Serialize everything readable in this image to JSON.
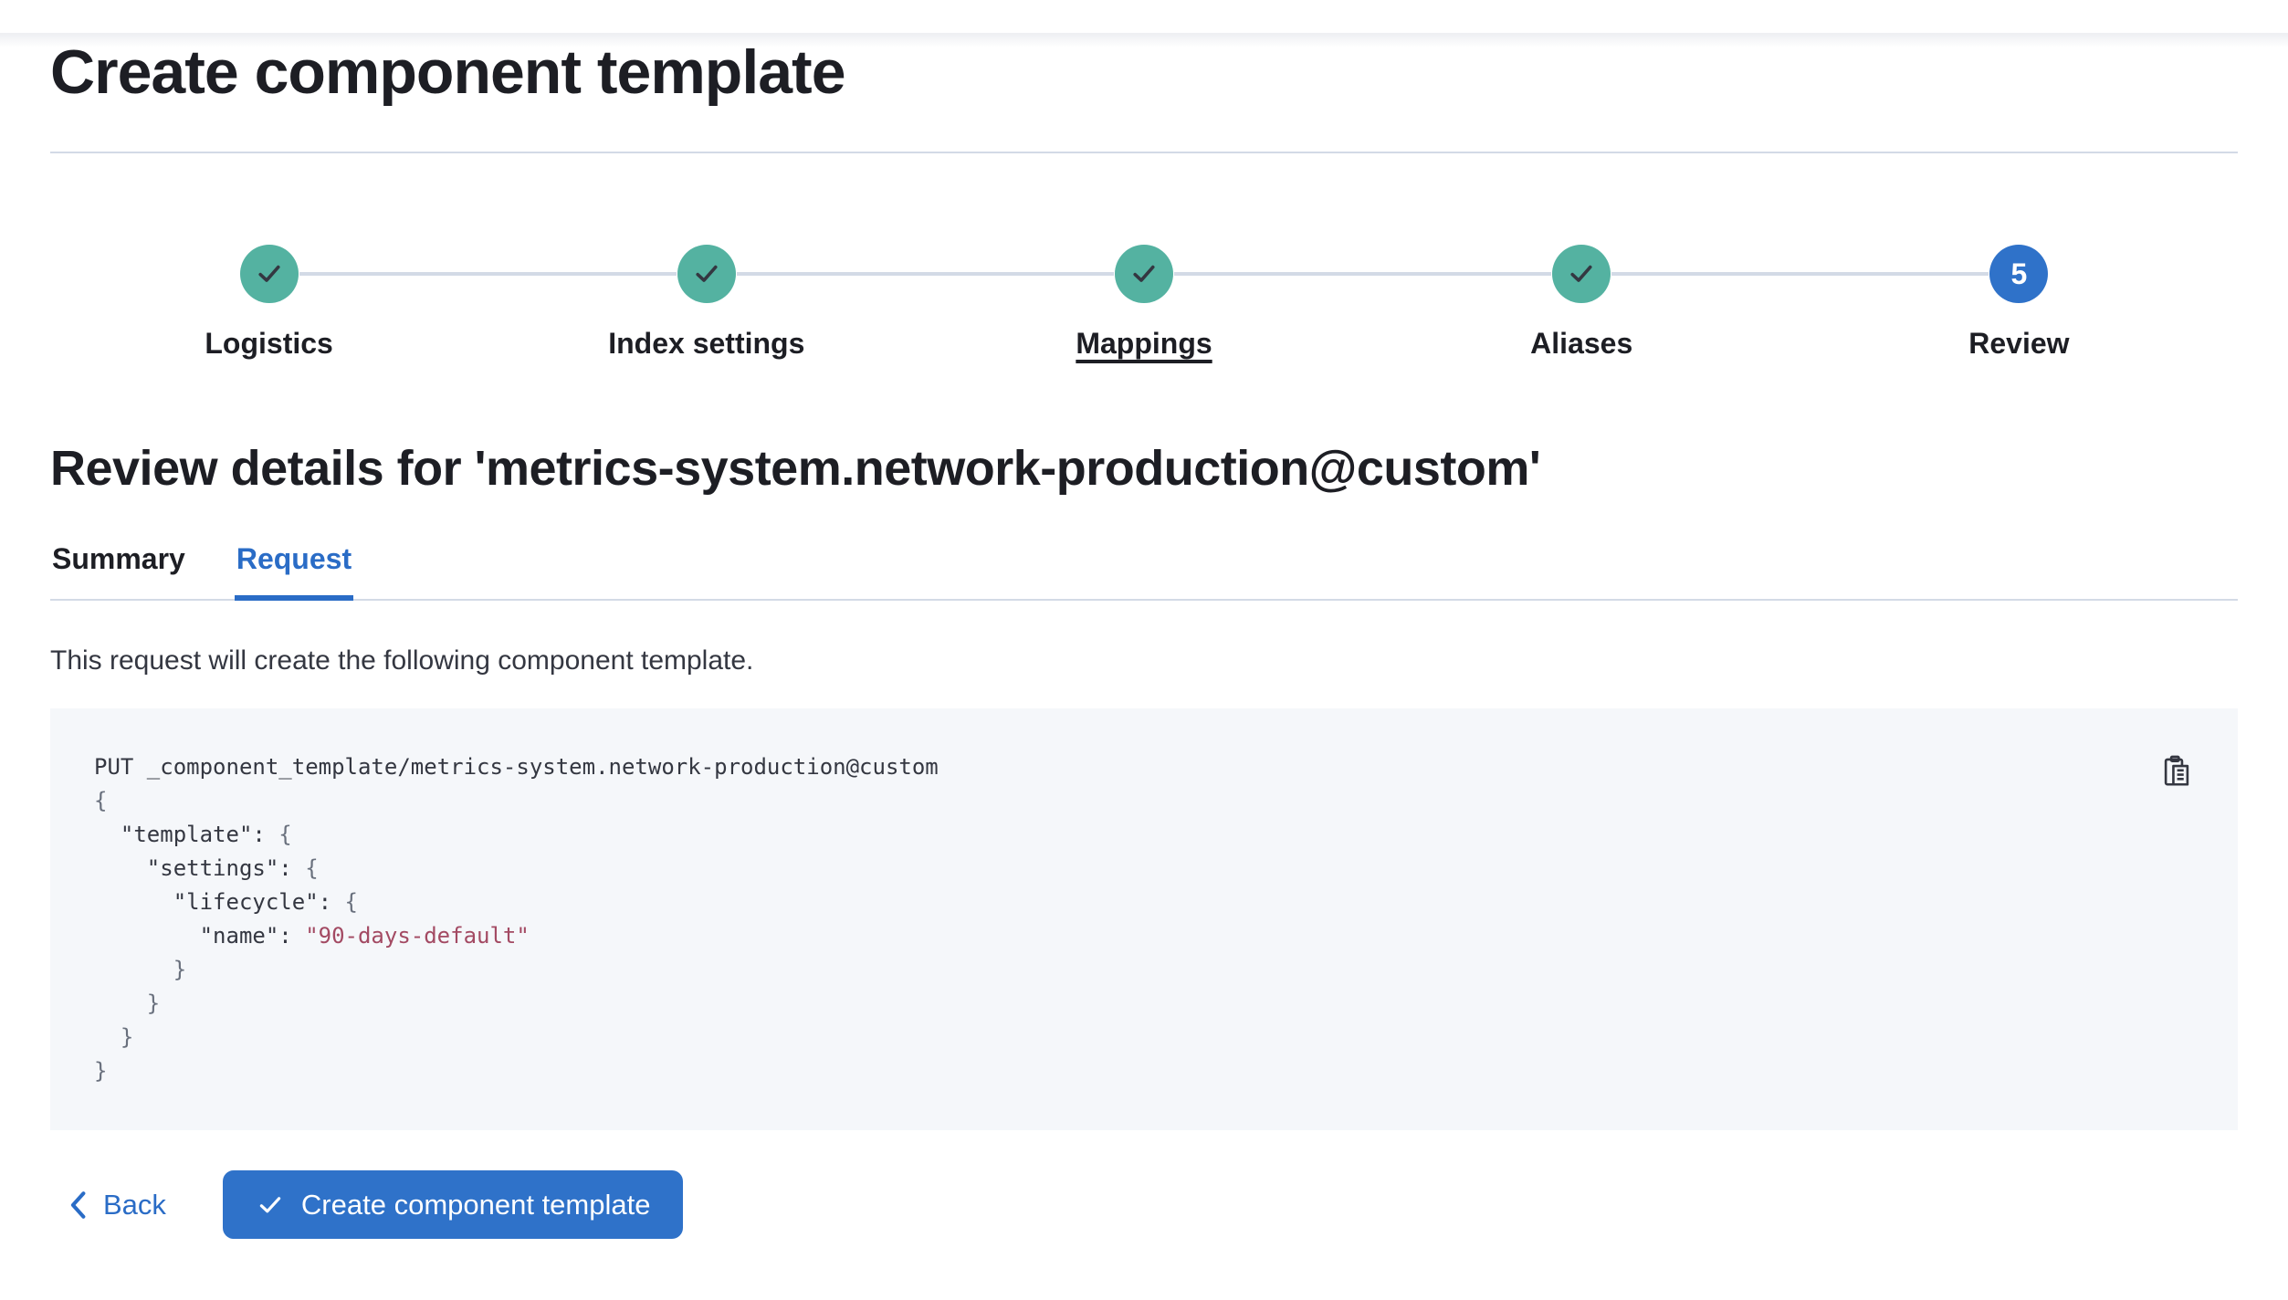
{
  "page": {
    "title": "Create component template"
  },
  "steps": [
    {
      "label": "Logistics",
      "status": "complete"
    },
    {
      "label": "Index settings",
      "status": "complete"
    },
    {
      "label": "Mappings",
      "status": "complete"
    },
    {
      "label": "Aliases",
      "status": "complete"
    },
    {
      "label": "Review",
      "status": "current",
      "number": "5"
    }
  ],
  "review": {
    "heading": "Review details for 'metrics-system.network-production@custom'",
    "tabs": [
      {
        "label": "Summary",
        "active": false
      },
      {
        "label": "Request",
        "active": true
      }
    ],
    "description": "This request will create the following component template."
  },
  "code_block": {
    "copy_icon": "copy-clipboard-icon",
    "lines": [
      {
        "text": "PUT _component_template/metrics-system.network-production@custom"
      },
      {
        "text": "{"
      },
      {
        "text": "  \"template\": {"
      },
      {
        "text": "    \"settings\": {"
      },
      {
        "text": "      \"lifecycle\": {"
      },
      {
        "prefix": "        \"name\": ",
        "string": "\"90-days-default\""
      },
      {
        "text": "      }"
      },
      {
        "text": "    }"
      },
      {
        "text": "  }"
      },
      {
        "text": "}"
      }
    ]
  },
  "footer": {
    "back_label": "Back",
    "submit_label": "Create component template"
  },
  "colors": {
    "primary_blue": "#2F72C9",
    "link_blue": "#2A6CC6",
    "success_teal": "#54B2A1",
    "text_dark": "#1D1E24",
    "text_body": "#343741",
    "border_gray": "#D3DAE6",
    "code_bg": "#F5F7FA",
    "code_string": "#A34A63",
    "code_punct": "#69707D"
  }
}
